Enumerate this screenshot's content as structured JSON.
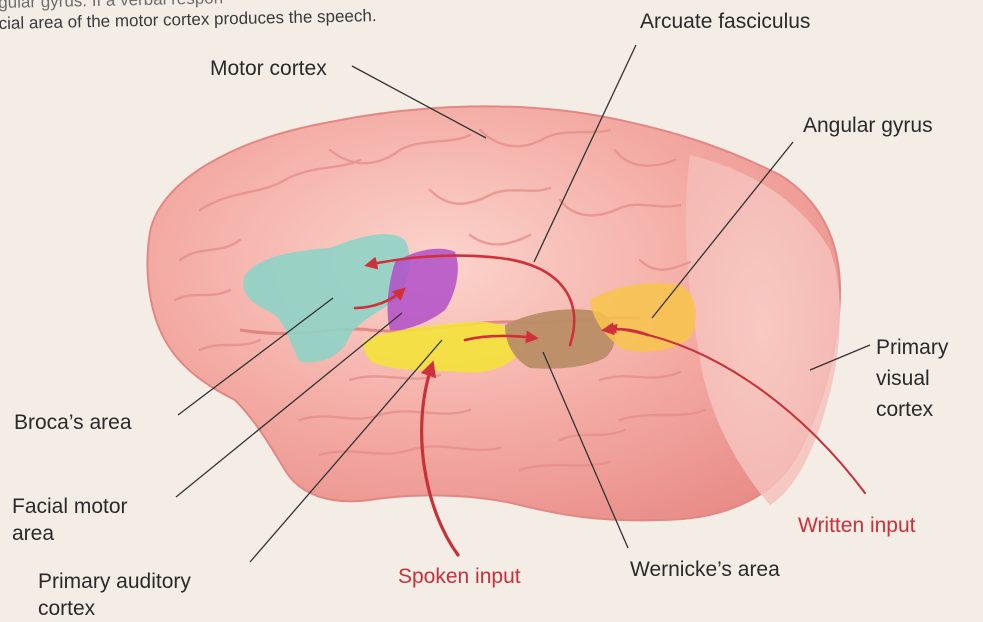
{
  "caption": {
    "line1": "gular gyrus. If a verbal respon",
    "line2": "cial area of the motor cortex produces the speech."
  },
  "labels": {
    "arcuate_fasciculus": "Arcuate fasciculus",
    "motor_cortex": "Motor cortex",
    "angular_gyrus": "Angular gyrus",
    "primary_visual_cortex": [
      "Primary",
      "visual",
      "cortex"
    ],
    "brocas_area": "Broca’s area",
    "facial_motor_area": [
      "Facial motor",
      "area"
    ],
    "primary_auditory_cortex": [
      "Primary auditory",
      "cortex"
    ],
    "spoken_input": "Spoken input",
    "wernickes_area": "Wernicke’s area",
    "written_input": "Written input"
  },
  "colors": {
    "brain": "#f2a8a3",
    "brocas_area": "#8fd3c6",
    "facial_motor_area": "#b04fc8",
    "primary_auditory_cortex": "#f4e23a",
    "wernickes_area": "#b98d66",
    "angular_gyrus": "#f7c44a",
    "input_arrows": "#c8303a"
  }
}
